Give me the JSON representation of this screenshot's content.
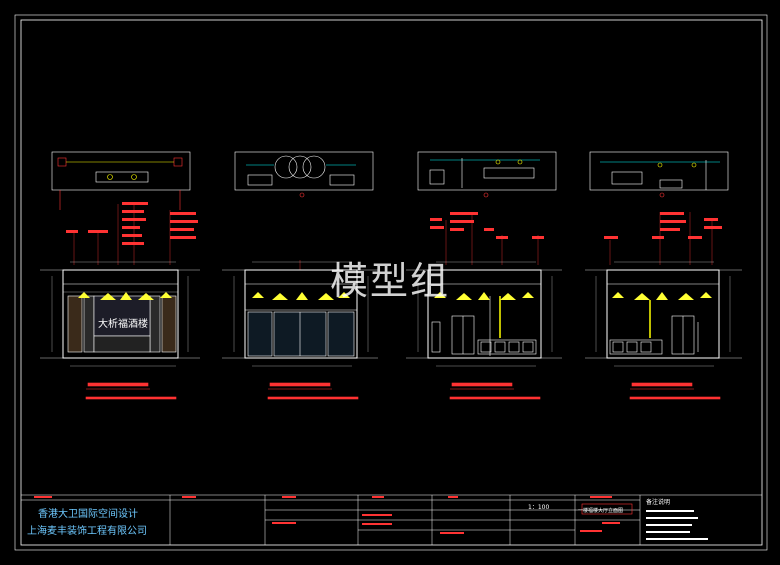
{
  "watermark": "模型组",
  "panel_sign": "大析福酒楼",
  "title_block": {
    "company_line1": "香港大卫国际空间设计",
    "company_line2": "上海麦丰装饰工程有限公司",
    "scale": "1：100",
    "sheet_title": "一楼福楼大厅立面图",
    "notes_heading": "备注说明"
  },
  "colors": {
    "background": "#000000",
    "frame": "#ffffff",
    "annotation": "#ff2222",
    "lighting": "#ffff00",
    "fixture": "#00ffff",
    "company_text": "#6ec9ff"
  }
}
